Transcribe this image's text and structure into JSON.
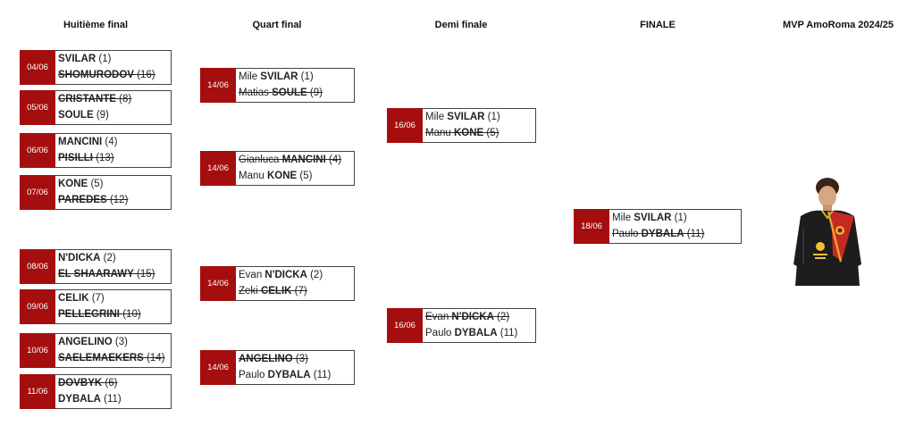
{
  "headers": {
    "r16": "Huitième final",
    "qf": "Quart final",
    "sf": "Demi finale",
    "final": "FINALE",
    "mvp": "MVP AmoRoma 2024/25"
  },
  "r16": [
    {
      "date": "04/06",
      "p1": {
        "first": "",
        "sur": "SVILAR",
        "seed": "(1)"
      },
      "p2": {
        "first": "",
        "sur": "SHOMURODOV",
        "seed": "(16)"
      }
    },
    {
      "date": "05/06",
      "p1": {
        "first": "",
        "sur": "CRISTANTE",
        "seed": "(8)"
      },
      "p2": {
        "first": "",
        "sur": "SOULE",
        "seed": "(9)"
      }
    },
    {
      "date": "06/06",
      "p1": {
        "first": "",
        "sur": "MANCINI",
        "seed": "(4)"
      },
      "p2": {
        "first": "",
        "sur": "PISILLI",
        "seed": "(13)"
      }
    },
    {
      "date": "07/06",
      "p1": {
        "first": "",
        "sur": "KONE",
        "seed": "(5)"
      },
      "p2": {
        "first": "",
        "sur": "PAREDES",
        "seed": "(12)"
      }
    },
    {
      "date": "08/06",
      "p1": {
        "first": "",
        "sur": "N'DICKA",
        "seed": "(2)"
      },
      "p2": {
        "first": "",
        "sur": "EL SHAARAWY",
        "seed": "(15)"
      }
    },
    {
      "date": "09/06",
      "p1": {
        "first": "",
        "sur": "CELIK",
        "seed": "(7)"
      },
      "p2": {
        "first": "",
        "sur": "PELLEGRINI",
        "seed": "(10)"
      }
    },
    {
      "date": "10/06",
      "p1": {
        "first": "",
        "sur": "ANGELINO",
        "seed": "(3)"
      },
      "p2": {
        "first": "",
        "sur": "SAELEMAEKERS",
        "seed": "(14)"
      }
    },
    {
      "date": "11/06",
      "p1": {
        "first": "",
        "sur": "DOVBYK",
        "seed": "(6)"
      },
      "p2": {
        "first": "",
        "sur": "DYBALA",
        "seed": "(11)"
      }
    }
  ],
  "qf": [
    {
      "date": "14/06",
      "p1": {
        "first": "Mile",
        "sur": "SVILAR",
        "seed": "(1)"
      },
      "p2": {
        "first": "Matias",
        "sur": "SOULE",
        "seed": "(9)"
      }
    },
    {
      "date": "14/06",
      "p1": {
        "first": "Gianluca",
        "sur": "MANCINI",
        "seed": "(4)"
      },
      "p2": {
        "first": "Manu",
        "sur": "KONE",
        "seed": "(5)"
      }
    },
    {
      "date": "14/06",
      "p1": {
        "first": "Evan",
        "sur": "N'DICKA",
        "seed": "(2)"
      },
      "p2": {
        "first": "Zeki",
        "sur": "CELIK",
        "seed": "(7)"
      }
    },
    {
      "date": "14/06",
      "p1": {
        "first": "",
        "sur": "ANGELINO",
        "seed": "(3)"
      },
      "p2": {
        "first": "Paulo",
        "sur": "DYBALA",
        "seed": "(11)"
      }
    }
  ],
  "sf": [
    {
      "date": "16/06",
      "p1": {
        "first": "Mile",
        "sur": "SVILAR",
        "seed": "(1)"
      },
      "p2": {
        "first": "Manu",
        "sur": "KONE",
        "seed": "(5)"
      }
    },
    {
      "date": "16/06",
      "p1": {
        "first": "Evan",
        "sur": "N'DICKA",
        "seed": "(2)"
      },
      "p2": {
        "first": "Paulo",
        "sur": "DYBALA",
        "seed": "(11)"
      }
    }
  ],
  "final": [
    {
      "date": "18/06",
      "p1": {
        "first": "Mile",
        "sur": "SVILAR",
        "seed": "(1)"
      },
      "p2": {
        "first": "Paulo",
        "sur": "DYBALA",
        "seed": "(11)"
      }
    }
  ],
  "colors": {
    "accent": "#a50e0e",
    "border": "#444444",
    "line": "#555555"
  },
  "mvp_image": "player-photo-roma-black-kit"
}
